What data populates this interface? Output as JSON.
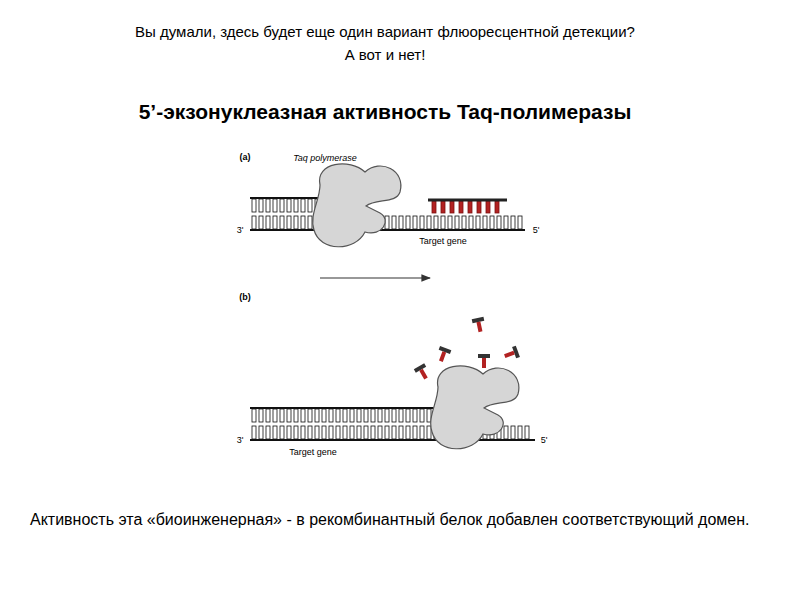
{
  "diagram": {
    "title": "5’-экзонуклеазная активность Taq-полимеразы",
    "caption": "Активность эта «биоинженерная» - в рекомбинантный белок добавлен соответствующий домен.",
    "labels": [
      "Вы думали, здесь будет еще один вариант флюоресцентной детекции?",
      "А вот и нет!",
      "(a)",
      "Taq polymerase",
      "3'",
      "Target gene",
      "5'",
      "(b)",
      "3'",
      "Target gene",
      "5'"
    ]
  }
}
